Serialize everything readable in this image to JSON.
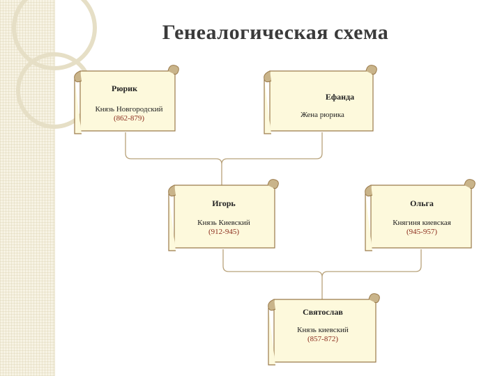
{
  "title": "Генеалогическая схема",
  "people": {
    "ryurik": {
      "name": "Рюрик",
      "role": "Князь Новгородский",
      "years": "(862-879)"
    },
    "efanda": {
      "name": "Ефанда",
      "role": "Жена рюрика",
      "years": ""
    },
    "igor": {
      "name": "Игорь",
      "role": "Князь Киевский",
      "years": "(912-945)"
    },
    "olga": {
      "name": "Ольга",
      "role": "Княгиня киевская",
      "years": "(945-957)"
    },
    "svyatoslav": {
      "name": "Святослав",
      "role": "Князь киевский",
      "years": "(857-872)"
    }
  },
  "colors": {
    "scroll_fill": "#fdf9dc",
    "scroll_outline": "#9a7a4a",
    "curl_fill": "#c9b48a",
    "connector": "#b8a27a"
  }
}
